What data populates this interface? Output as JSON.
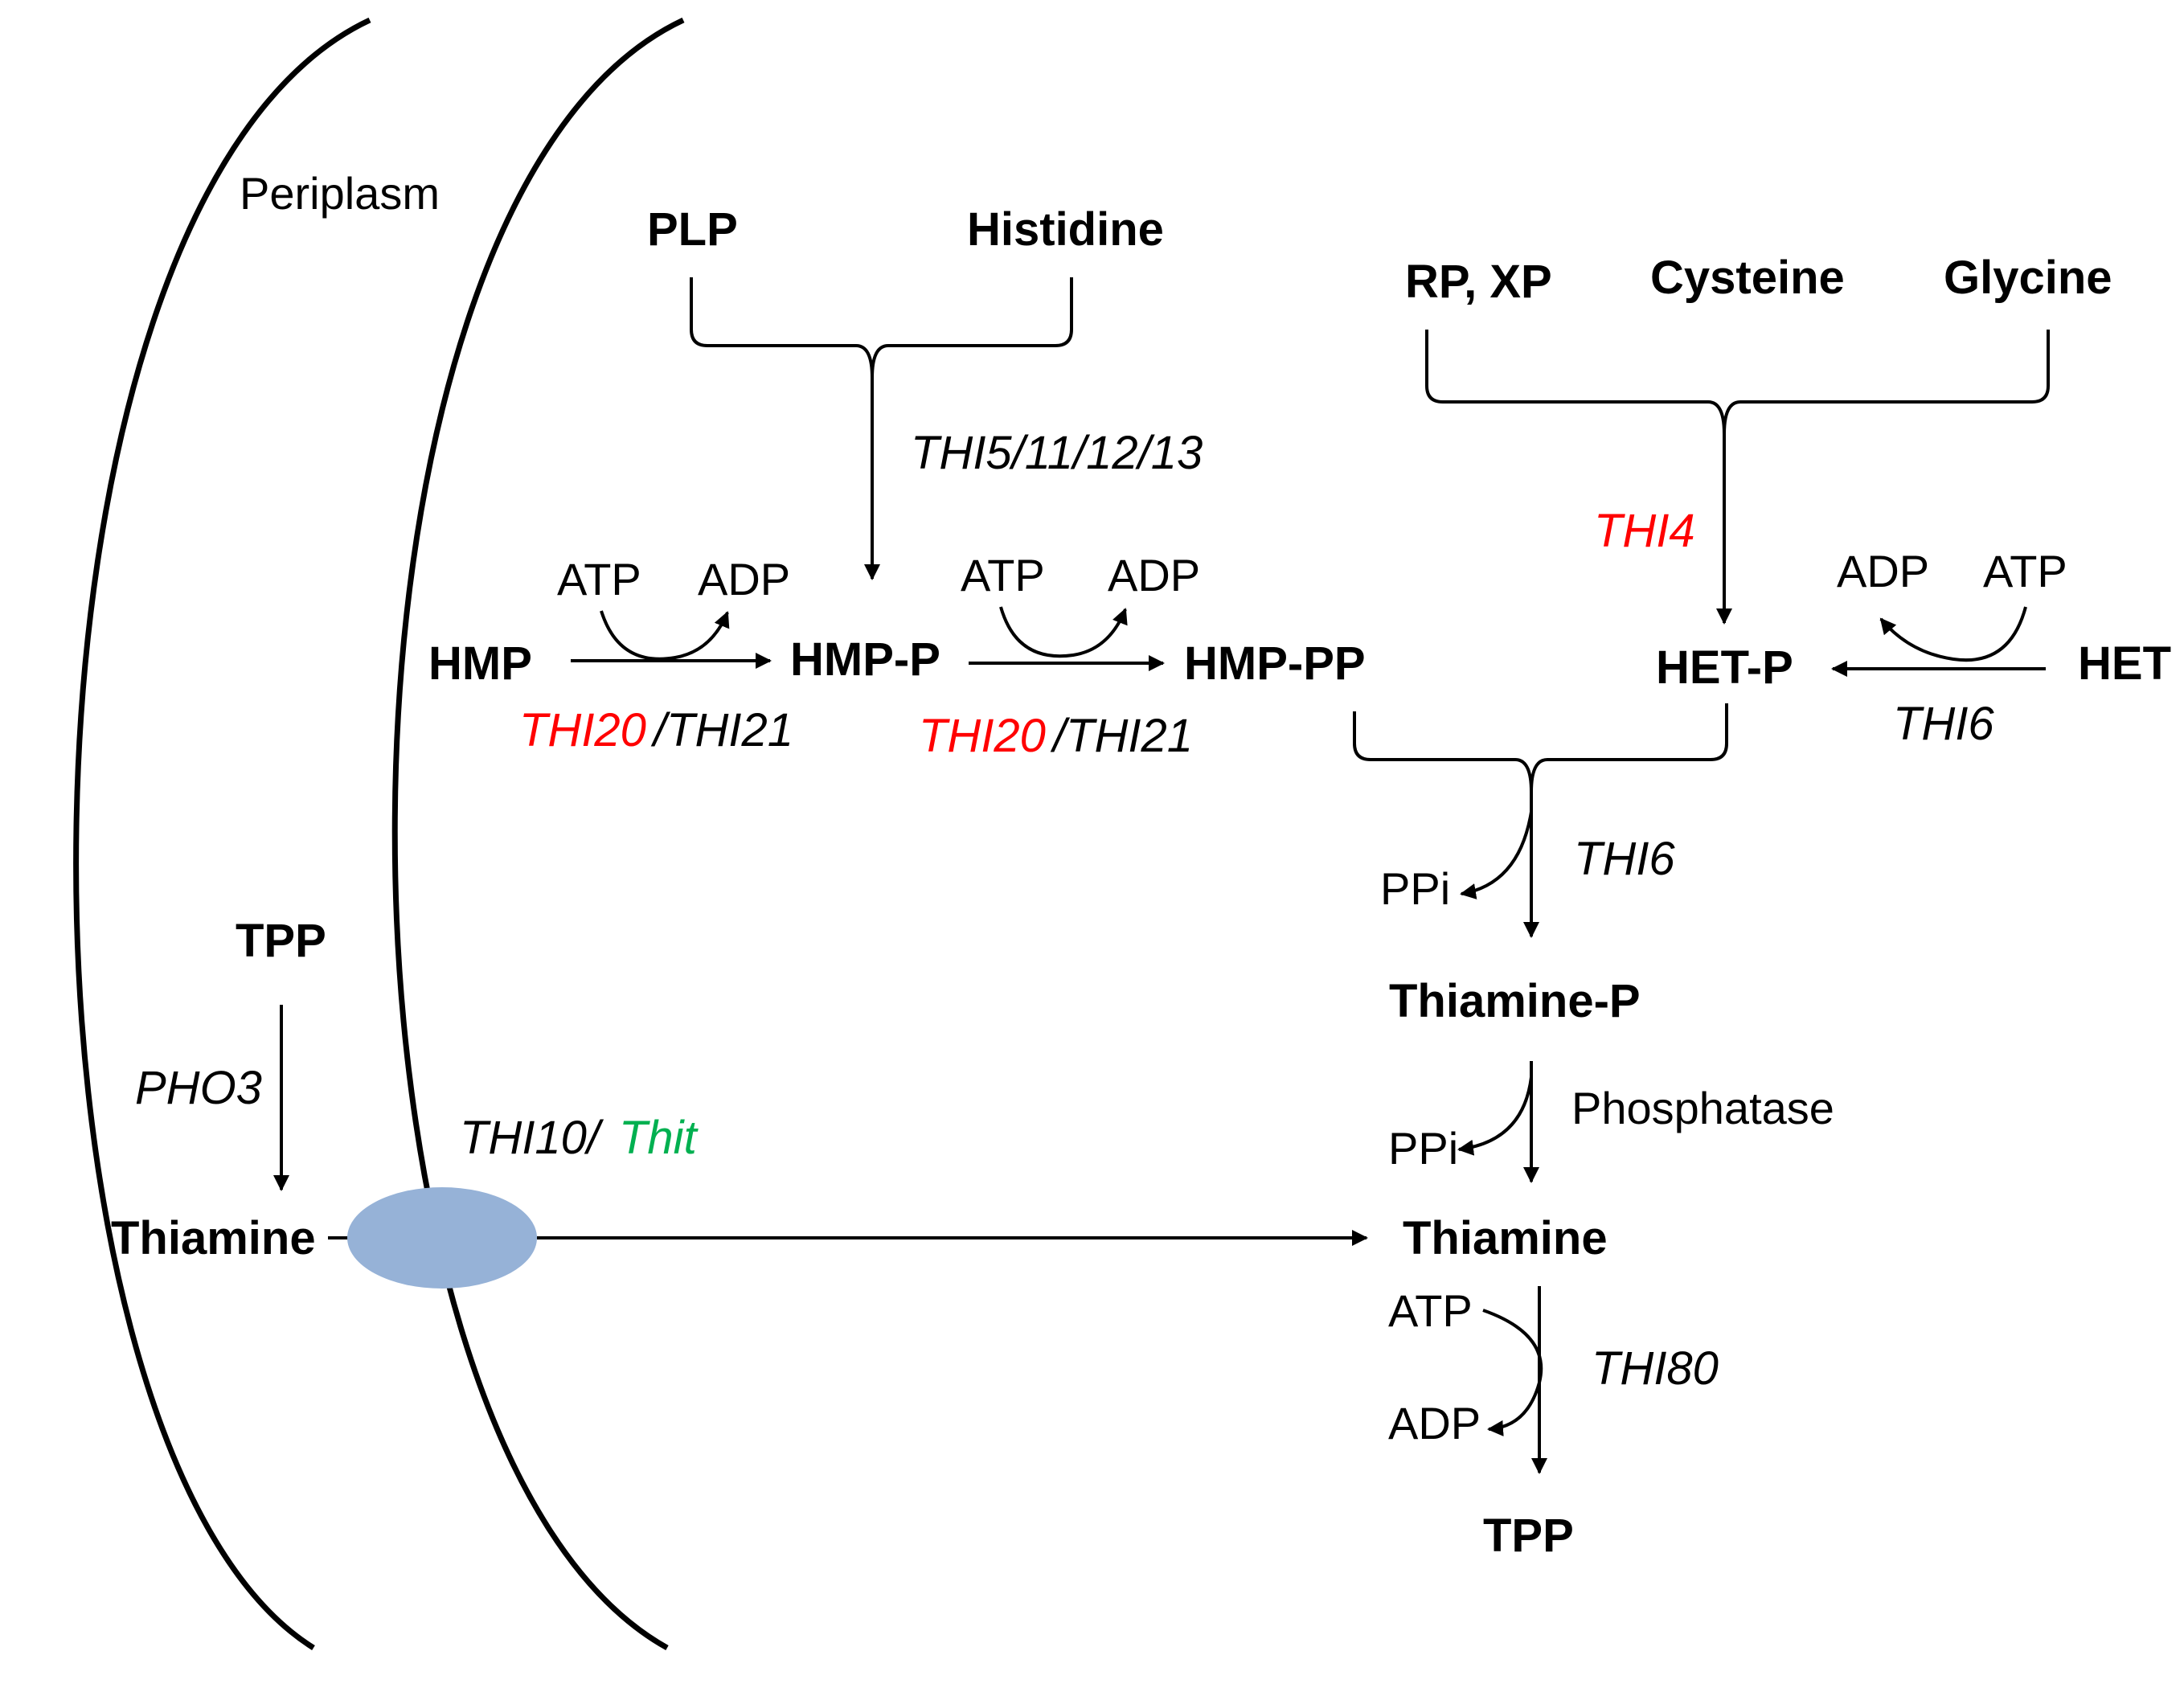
{
  "compartment": {
    "periplasm": "Periplasm"
  },
  "metabolites": {
    "plp": "PLP",
    "histidine": "Histidine",
    "rp_xp": "RP, XP",
    "cysteine": "Cysteine",
    "glycine": "Glycine",
    "hmp": "HMP",
    "hmp_p": "HMP-P",
    "hmp_pp": "HMP-PP",
    "het_p": "HET-P",
    "het": "HET",
    "tpp_periplasm": "TPP",
    "thiamine_periplasm": "Thiamine",
    "thiamine_p": "Thiamine-P",
    "thiamine_cytosol": "Thiamine",
    "tpp_cytosol": "TPP"
  },
  "cofactors": {
    "atp_1": "ATP",
    "adp_1": "ADP",
    "atp_2": "ATP",
    "adp_2": "ADP",
    "adp_3": "ADP",
    "atp_3": "ATP",
    "ppi_1": "PPi",
    "ppi_2": "PPi",
    "atp_4": "ATP",
    "adp_4": "ADP"
  },
  "enzymes": {
    "thi5_11_12_13": "THI5/11/12/13",
    "thi4": "THI4",
    "thi20_a": "THI20",
    "thi21_a": "/THI21",
    "thi20_b": "THI20",
    "thi21_b": "/THI21",
    "thi6_a": "THI6",
    "thi6_b": "THI6",
    "phosphatase": "Phosphatase",
    "thi80": "THI80",
    "pho3": "PHO3",
    "thi10": "THI10/",
    "thit": "Thit"
  },
  "colors": {
    "highlight_red": "#ff0000",
    "highlight_green": "#00b050",
    "transporter_fill": "#96b2d7"
  }
}
